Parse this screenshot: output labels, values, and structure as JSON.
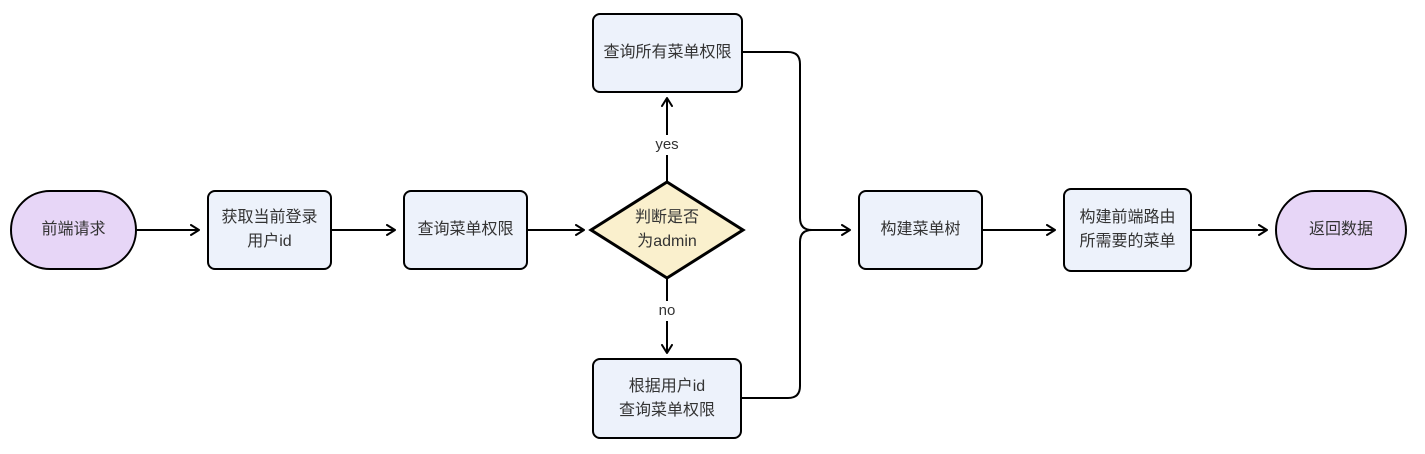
{
  "diagram": {
    "type": "flowchart",
    "direction": "left-to-right"
  },
  "nodes": {
    "start": {
      "label": "前端请求",
      "shape": "stadium"
    },
    "get_user_id": {
      "label": "获取当前登录\n用户id",
      "shape": "process"
    },
    "query_menu_permission": {
      "label": "查询菜单权限",
      "shape": "process"
    },
    "is_admin": {
      "label": "判断是否\n为admin",
      "shape": "decision"
    },
    "query_all_menu_permission": {
      "label": "查询所有菜单权限",
      "shape": "process"
    },
    "query_menu_permission_by_user_id": {
      "label": "根据用户id\n查询菜单权限",
      "shape": "process"
    },
    "build_menu_tree": {
      "label": "构建菜单树",
      "shape": "process"
    },
    "build_frontend_route_menu": {
      "label": "构建前端路由\n所需要的菜单",
      "shape": "process"
    },
    "return_data": {
      "label": "返回数据",
      "shape": "stadium"
    }
  },
  "edge_labels": {
    "yes": "yes",
    "no": "no"
  },
  "edges": [
    {
      "from": "start",
      "to": "get_user_id",
      "label": ""
    },
    {
      "from": "get_user_id",
      "to": "query_menu_permission",
      "label": ""
    },
    {
      "from": "query_menu_permission",
      "to": "is_admin",
      "label": ""
    },
    {
      "from": "is_admin",
      "to": "query_all_menu_permission",
      "label": "yes"
    },
    {
      "from": "is_admin",
      "to": "query_menu_permission_by_user_id",
      "label": "no"
    },
    {
      "from": "query_all_menu_permission",
      "to": "build_menu_tree",
      "label": ""
    },
    {
      "from": "query_menu_permission_by_user_id",
      "to": "build_menu_tree",
      "label": ""
    },
    {
      "from": "build_menu_tree",
      "to": "build_frontend_route_menu",
      "label": ""
    },
    {
      "from": "build_frontend_route_menu",
      "to": "return_data",
      "label": ""
    }
  ],
  "colors": {
    "start_end_fill": "#e7d6f7",
    "process_fill": "#edf2fb",
    "decision_fill": "#faf0cd",
    "line_color": "#000000",
    "text_color": "#333333",
    "label_text_color": "#333333",
    "canvas_bg": "#ffffff"
  }
}
